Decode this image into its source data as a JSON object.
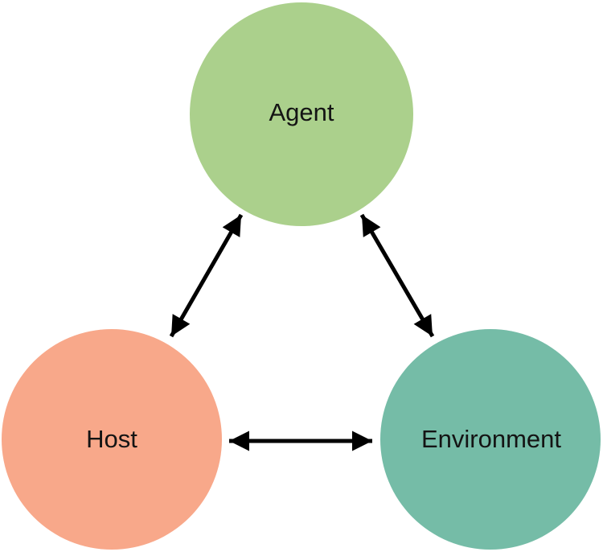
{
  "diagram": {
    "type": "node-edge-diagram",
    "background_color": "#ffffff",
    "arrow_color": "#000000",
    "label_color": "#141414",
    "nodes": {
      "agent": {
        "label": "Agent",
        "color": "#abd08c"
      },
      "host": {
        "label": "Host",
        "color": "#f8a88a"
      },
      "environment": {
        "label": "Environment",
        "color": "#75bca7"
      }
    },
    "edges": [
      {
        "from": "Agent",
        "to": "Host",
        "direction": "bidirectional"
      },
      {
        "from": "Agent",
        "to": "Environment",
        "direction": "bidirectional"
      },
      {
        "from": "Host",
        "to": "Environment",
        "direction": "bidirectional"
      }
    ]
  }
}
